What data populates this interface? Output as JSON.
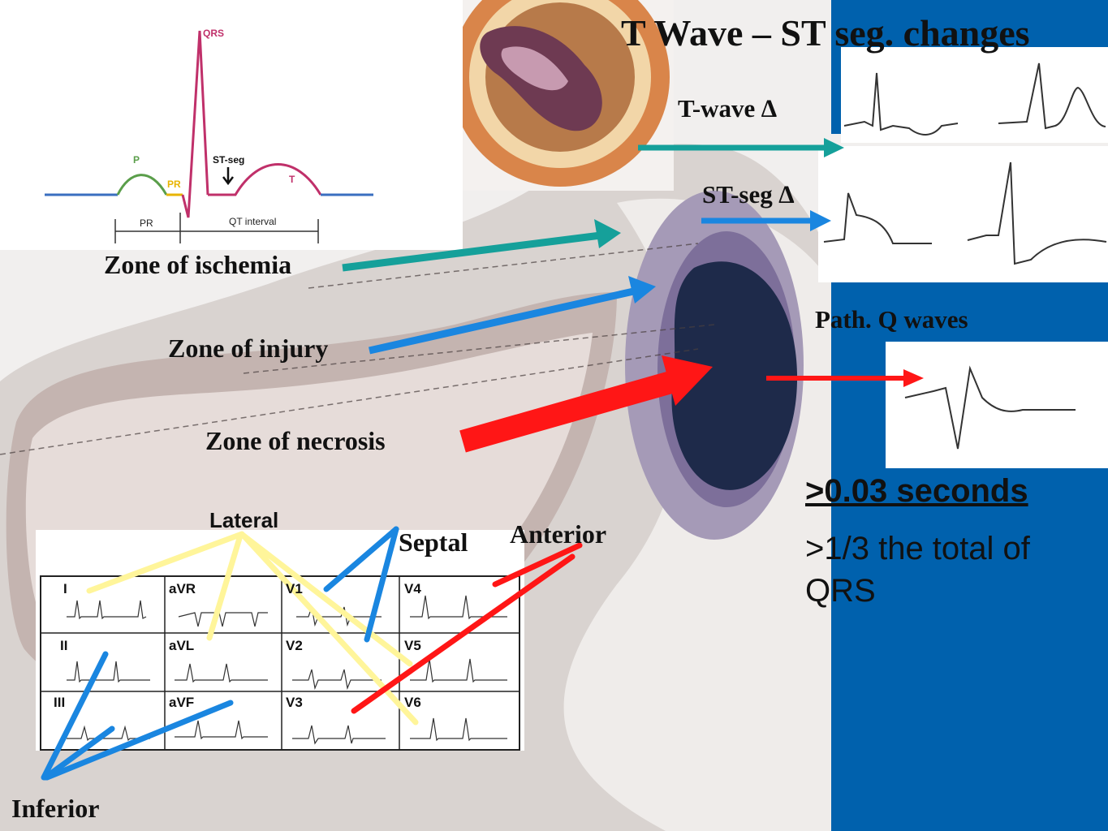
{
  "title": "T Wave – ST seg. changes",
  "ecg_diagram": {
    "qrs": "QRS",
    "p": "P",
    "pr_segment": "PR",
    "st_seg": "ST-seg",
    "t": "T",
    "pr_interval": "PR",
    "qt_interval": "QT interval"
  },
  "zones": {
    "ischemia": "Zone of ischemia",
    "injury": "Zone of injury",
    "necrosis": "Zone of necrosis"
  },
  "changes": {
    "t_wave": "T-wave ∆",
    "st_seg": "ST-seg ∆",
    "path_q": "Path. Q waves"
  },
  "q_wave_criteria": {
    "duration": ">0.03 seconds",
    "amplitude": ">1/3 the total of QRS"
  },
  "territories": {
    "lateral": "Lateral",
    "septal": "Septal",
    "anterior": "Anterior",
    "inferior": "Inferior"
  },
  "leads": [
    [
      "I",
      "aVR",
      "V1",
      "V4"
    ],
    [
      "II",
      "aVL",
      "V2",
      "V5"
    ],
    [
      "III",
      "aVF",
      "V3",
      "V6"
    ]
  ],
  "colors": {
    "slide_blue": "#0061ad",
    "ischemia_arrow": "#15a09a",
    "injury_arrow": "#1a86e0",
    "necrosis_arrow": "#ff1616",
    "lateral_arrow": "#fff59a",
    "ecg_wave": "#c0306a"
  }
}
